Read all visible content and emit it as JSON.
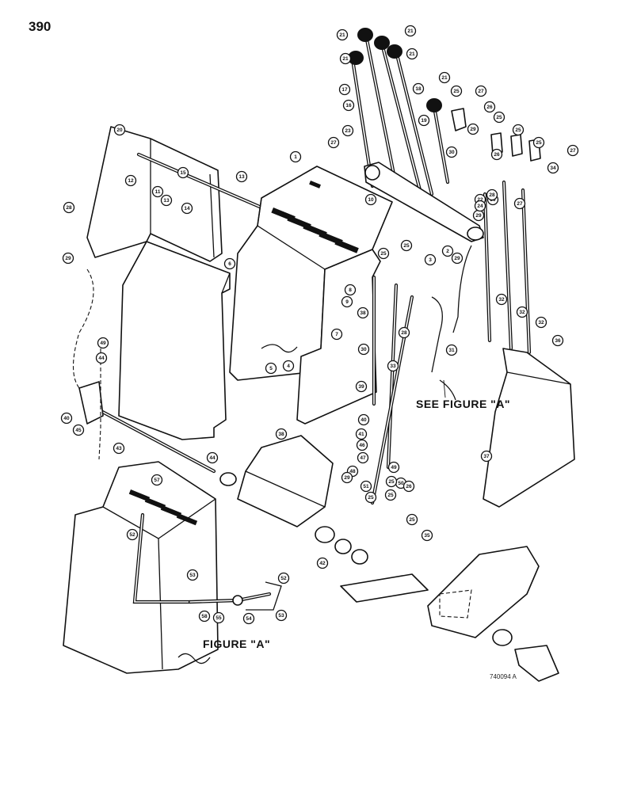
{
  "page_number": "390",
  "drawing_code": "740094 A",
  "captions": {
    "see_figure": "SEE FIGURE \"A\"",
    "figure_a": "FIGURE \"A\""
  },
  "callouts": [
    "21",
    "21",
    "21",
    "21",
    "21",
    "17",
    "16",
    "18",
    "19",
    "25",
    "27",
    "26",
    "23",
    "27",
    "20",
    "13",
    "15",
    "12",
    "11",
    "13",
    "14",
    "28",
    "29",
    "25",
    "25",
    "25",
    "27",
    "29",
    "30",
    "26",
    "10",
    "22",
    "30",
    "29",
    "27",
    "24",
    "1",
    "28",
    "6",
    "3",
    "2",
    "29",
    "25",
    "25",
    "28",
    "8",
    "9",
    "7",
    "31",
    "32",
    "32",
    "32",
    "36",
    "5",
    "4",
    "38",
    "30",
    "33",
    "39",
    "40",
    "41",
    "46",
    "40",
    "45",
    "38",
    "47",
    "48",
    "49",
    "50",
    "51",
    "29",
    "25",
    "25",
    "26",
    "25",
    "25",
    "35",
    "34",
    "37",
    "57",
    "52",
    "53",
    "52",
    "53",
    "58",
    "55",
    "54",
    "49",
    "44",
    "43",
    "44",
    "42"
  ]
}
